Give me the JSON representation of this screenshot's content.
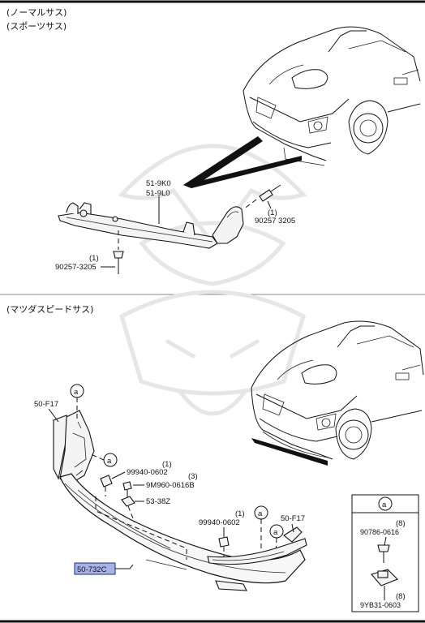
{
  "sections": {
    "top": {
      "header_lines": [
        "(ノーマルサス)",
        "(スポーツサス)"
      ],
      "parts": {
        "bracket": [
          "51-9K0",
          "51-9L0"
        ],
        "screw_right": {
          "qty": "(1)",
          "number": "90257 3205"
        },
        "screw_left": {
          "qty": "(1)",
          "number": "90257-3205"
        }
      }
    },
    "bottom": {
      "header": "(マツダスピードサス)",
      "parts": {
        "side_left": "50-F17",
        "side_right": "50-F17",
        "bumper": "50-732C",
        "clip_upper": {
          "qty": "(1)",
          "number": "99940-0602"
        },
        "bolt": {
          "qty": "(3)",
          "number": "9M960-0616B"
        },
        "nut": "53-38Z",
        "clip_lower": {
          "qty": "(1)",
          "number": "99940-0602"
        }
      },
      "callout_letter": "a",
      "inset": {
        "letter": "a",
        "screw": {
          "qty": "(8)",
          "number": "90786-0616"
        },
        "nut": {
          "qty": "(8)",
          "number": "9YB31-0603"
        }
      }
    }
  },
  "colors": {
    "highlight_fill": "#a7b3e6",
    "highlight_border": "#1e2d7a",
    "watermark": "#e6e6e6"
  }
}
